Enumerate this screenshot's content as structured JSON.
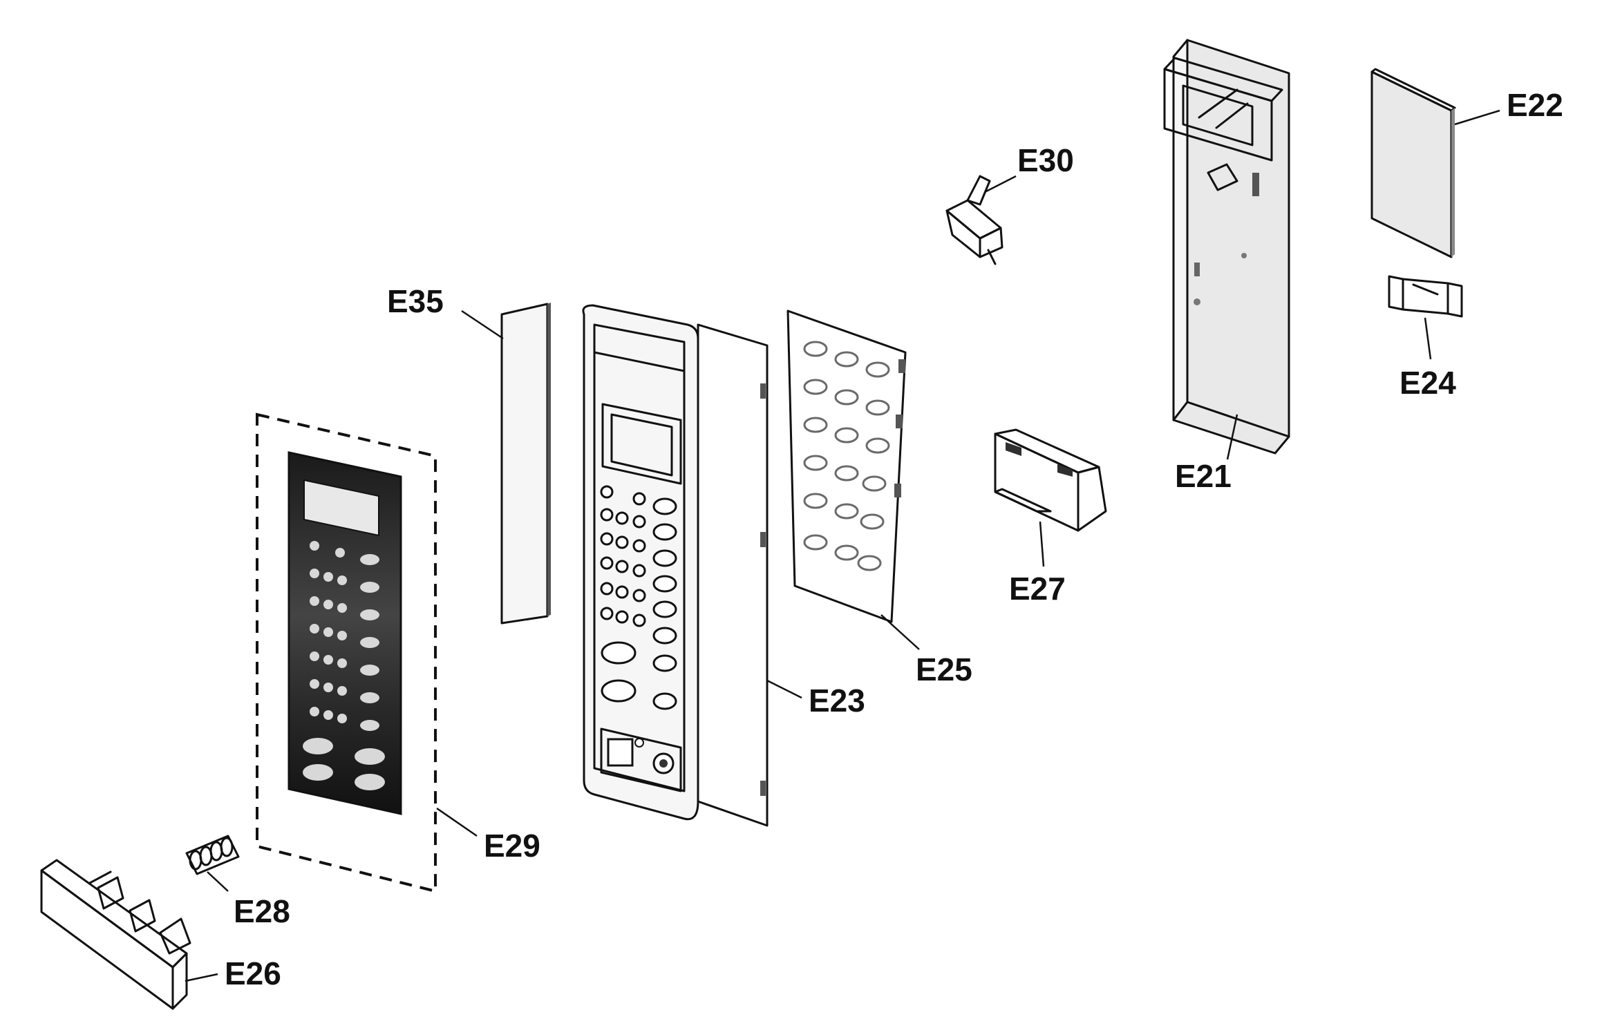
{
  "diagram": {
    "parts": [
      {
        "id": "E21",
        "label": "E21"
      },
      {
        "id": "E22",
        "label": "E22"
      },
      {
        "id": "E23",
        "label": "E23"
      },
      {
        "id": "E24",
        "label": "E24"
      },
      {
        "id": "E25",
        "label": "E25"
      },
      {
        "id": "E26",
        "label": "E26"
      },
      {
        "id": "E27",
        "label": "E27"
      },
      {
        "id": "E28",
        "label": "E28"
      },
      {
        "id": "E29",
        "label": "E29"
      },
      {
        "id": "E30",
        "label": "E30"
      },
      {
        "id": "E35",
        "label": "E35"
      }
    ]
  }
}
